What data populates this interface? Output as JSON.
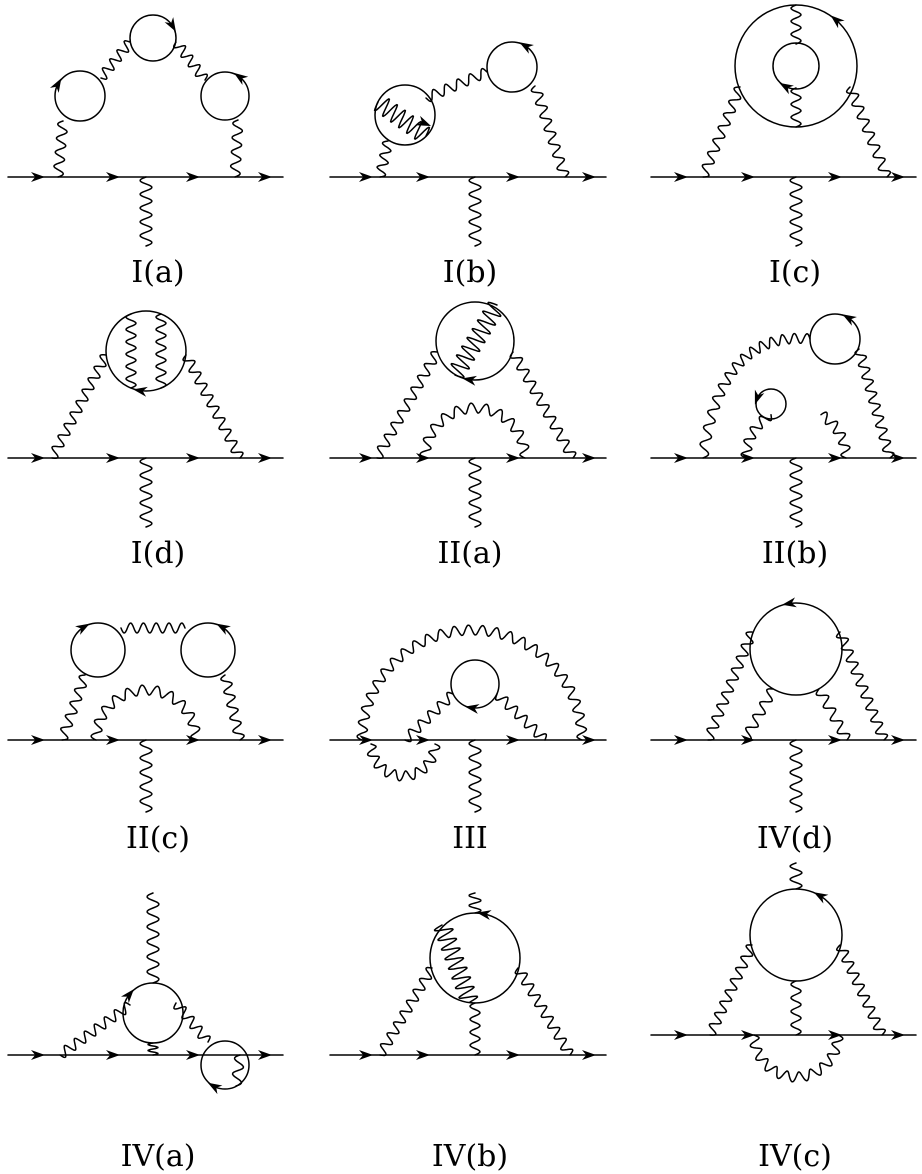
{
  "figure": {
    "diagrams": [
      {
        "id": "Ia",
        "label": "I(a)"
      },
      {
        "id": "Ib",
        "label": "I(b)"
      },
      {
        "id": "Ic",
        "label": "I(c)"
      },
      {
        "id": "Id",
        "label": "I(d)"
      },
      {
        "id": "IIa",
        "label": "II(a)"
      },
      {
        "id": "IIb",
        "label": "II(b)"
      },
      {
        "id": "IIc",
        "label": "II(c)"
      },
      {
        "id": "III",
        "label": "III"
      },
      {
        "id": "IVd",
        "label": "IV(d)"
      },
      {
        "id": "IVa",
        "label": "IV(a)"
      },
      {
        "id": "IVb",
        "label": "IV(b)"
      },
      {
        "id": "IVc",
        "label": "IV(c)"
      }
    ]
  }
}
